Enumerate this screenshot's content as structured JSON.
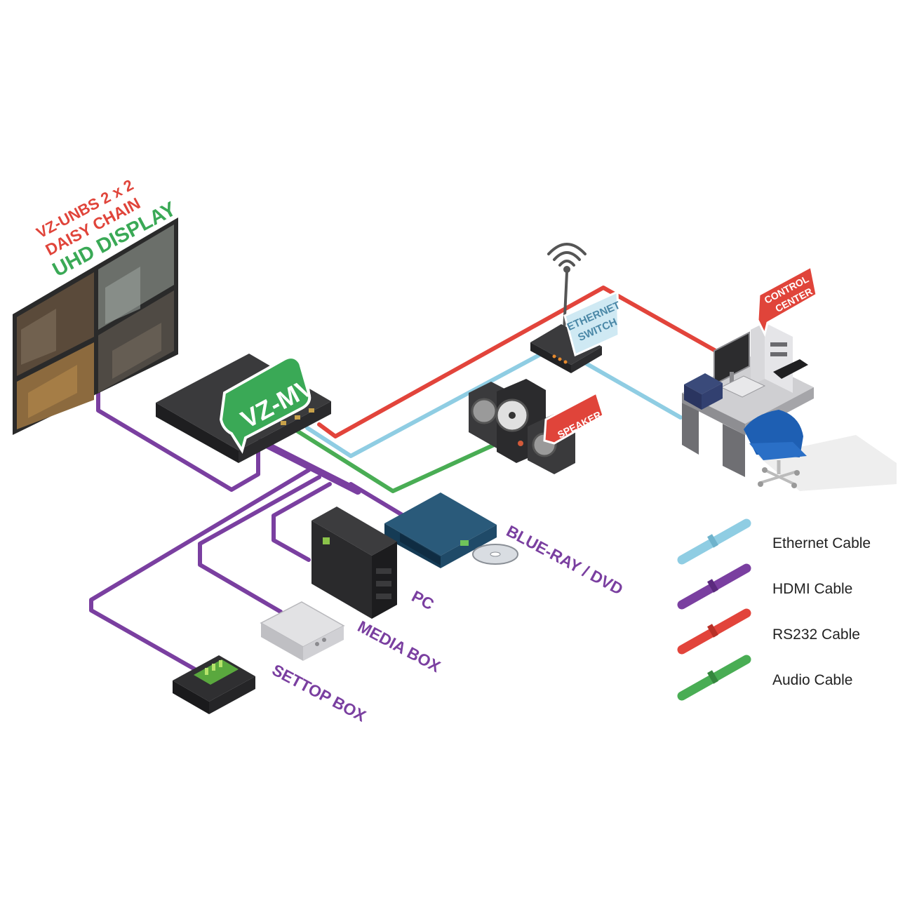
{
  "colors": {
    "ethernet": "#8fcde3",
    "hdmi": "#7a3fa0",
    "rs232": "#e2443b",
    "audio": "#49ad54",
    "device_dark": "#2d2d2f",
    "label_green": "#3aa956",
    "label_red": "#e0443a"
  },
  "display": {
    "title_line1": "VZ-UNBS 2 x 2",
    "title_line2": "DAISY CHAIN",
    "title_line3": "UHD DISPLAY"
  },
  "devices": {
    "mv_label": "VZ-MV",
    "switch_line1": "ETHERNET",
    "switch_line2": "SWITCH",
    "speaker_label": "SPEAKER",
    "control_line1": "CONTROL",
    "control_line2": "CENTER",
    "bluray_label": "BLUE-RAY  /  DVD",
    "pc_label": "PC",
    "mediabox_label": "MEDIA BOX",
    "settop_label": "SETTOP BOX"
  },
  "legend": [
    {
      "label": "Ethernet Cable",
      "color": "#8fcde3"
    },
    {
      "label": "HDMI Cable",
      "color": "#7a3fa0"
    },
    {
      "label": "RS232 Cable",
      "color": "#e2443b"
    },
    {
      "label": "Audio Cable",
      "color": "#49ad54"
    }
  ]
}
